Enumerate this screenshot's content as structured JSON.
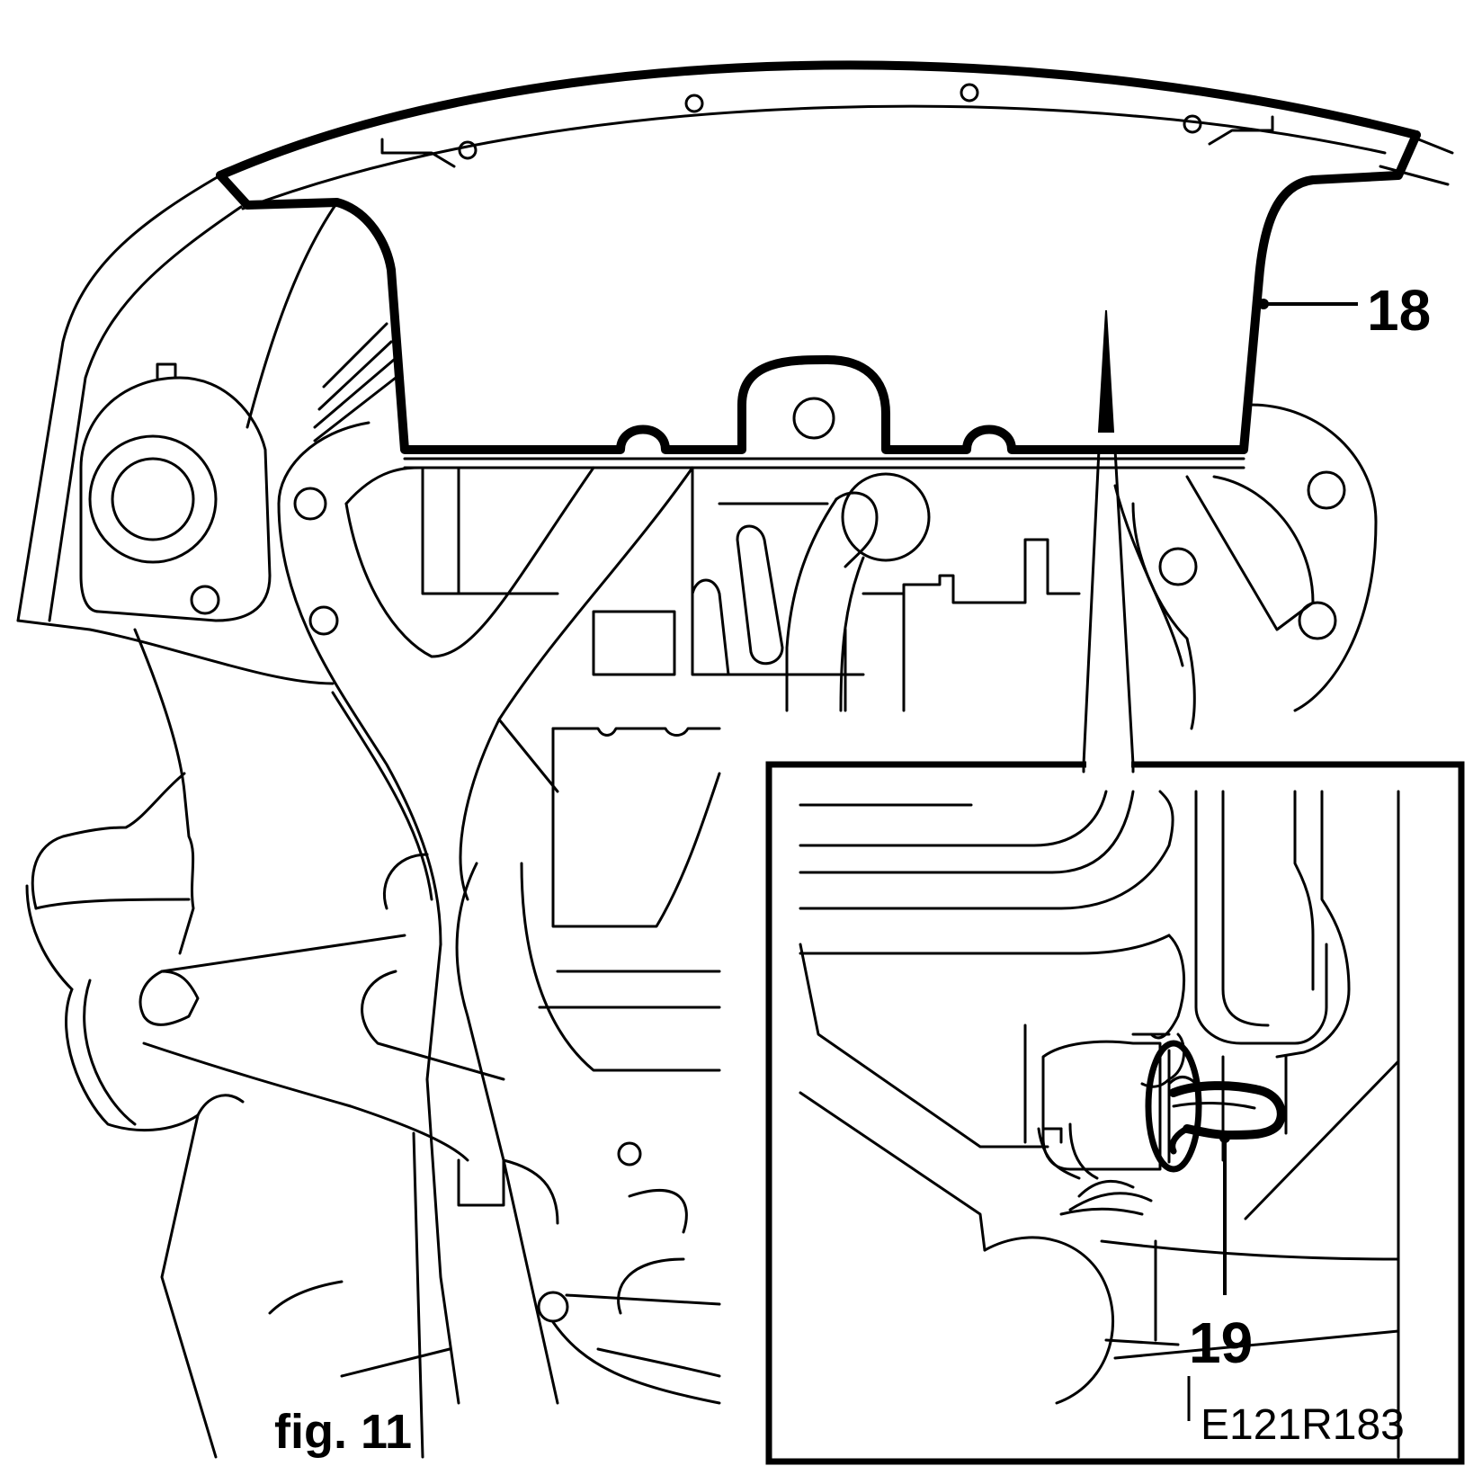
{
  "figure": {
    "caption": "fig. 11",
    "reference_code": "E121R183"
  },
  "callouts": [
    {
      "id": "18",
      "label": "18"
    },
    {
      "id": "19",
      "label": "19"
    }
  ],
  "colors": {
    "line": "#000000",
    "background": "#ffffff"
  }
}
